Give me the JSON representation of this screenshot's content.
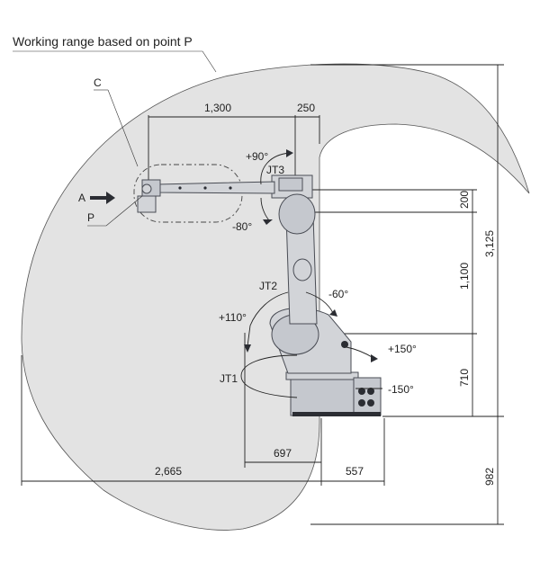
{
  "title": "Working range based on point P",
  "labels": {
    "c": "C",
    "a": "A",
    "p": "P",
    "jt1": "JT1",
    "jt2": "JT2",
    "jt3": "JT3"
  },
  "angles": {
    "jt3_up": "+90°",
    "jt3_down": "-80°",
    "jt2_fwd": "-60°",
    "jt2_back": "+110°",
    "jt1_pos": "+150°",
    "jt1_neg": "-150°"
  },
  "dimensions": {
    "arm_length": "1,300",
    "wrist_offset": "250",
    "upper_offset": "200",
    "lower_arm": "1,100",
    "base_height": "710",
    "total_height": "3,125",
    "below_base": "982",
    "rear_reach": "697",
    "max_reach": "2,665",
    "front_reach": "557"
  },
  "colors": {
    "range_fill": "#e3e3e3",
    "robot_body": "#d2d4d8",
    "line": "#222222"
  }
}
